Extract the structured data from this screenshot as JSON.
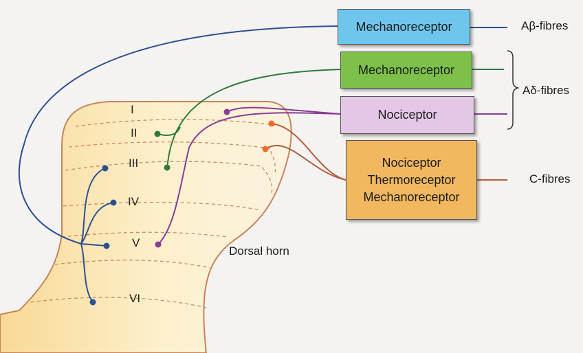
{
  "receptors": {
    "mech_abeta": "Mechanoreceptor",
    "mech_adelta": "Mechanoreceptor",
    "noci_adelta": "Nociceptor",
    "c_fibre_lines": [
      "Nociceptor",
      "Thermoreceptor",
      "Mechanoreceptor"
    ]
  },
  "fibres": {
    "abeta": "Aβ-fibres",
    "adelta": "Aδ-fibres",
    "c": "C-fibres"
  },
  "laminae": [
    "I",
    "II",
    "III",
    "IV",
    "V",
    "VI"
  ],
  "dorsal_horn_label": "Dorsal horn",
  "colors": {
    "abeta_box": "#6ec6ee",
    "adelta_mech_box": "#7dc04a",
    "adelta_noci_box": "#e4c7e6",
    "c_box": "#f2b85f",
    "abeta_fibre": "#2d4f92",
    "adelta_mech_fibre": "#2f7a3c",
    "adelta_noci_fibre": "#8a3c96",
    "c_fibre": "#b36040",
    "c_terminal": "#ee6a28",
    "horn_outline": "#c78458",
    "horn_fill": "#fbe6b0"
  }
}
